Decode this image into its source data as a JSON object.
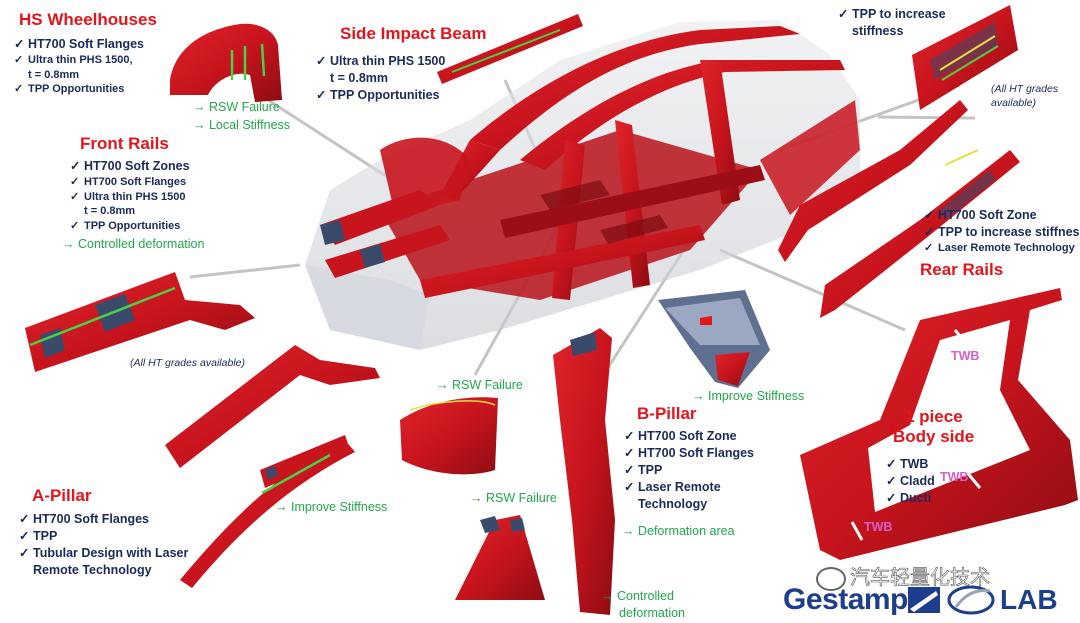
{
  "labels": {
    "hs_wheelhouses": {
      "title": "HS Wheelhouses",
      "items": [
        "HT700 Soft Flanges",
        "Ultra thin PHS 1500,",
        "t = 0.8mm",
        "TPP Opportunities"
      ],
      "notes": [
        "→ RSW Failure",
        "→ Local Stiffness"
      ]
    },
    "side_impact_beam": {
      "title": "Side Impact Beam",
      "items": [
        "Ultra thin PHS 1500",
        "t = 0.8mm",
        "TPP Opportunities"
      ]
    },
    "roof": {
      "items": [
        "TPP to increase",
        "stiffness"
      ],
      "note": "(All HT grades available)"
    },
    "front_rails": {
      "title": "Front Rails",
      "items": [
        "HT700 Soft Zones",
        "HT700 Soft Flanges",
        "Ultra thin PHS 1500",
        "t = 0.8mm",
        "TPP Opportunities"
      ],
      "note": "→ Controlled deformation",
      "grades_note": "(All HT grades available)"
    },
    "rear_rails": {
      "title": "Rear Rails",
      "items": [
        "HT700 Soft Zone",
        "TPP to increase stiffnes",
        "Laser Remote Technology"
      ]
    },
    "a_pillar": {
      "title": "A-Pillar",
      "items": [
        "HT700 Soft Flanges",
        "TPP",
        "Tubular Design with Laser",
        "Remote Technology"
      ],
      "note": "→ Improve Stiffness"
    },
    "b_pillar": {
      "title": "B-Pillar",
      "items": [
        "HT700 Soft Zone",
        "HT700 Soft Flanges",
        "TPP",
        "Laser Remote",
        "Technology"
      ],
      "notes": [
        "→ Deformation area",
        "→ Improve Stiffness",
        "→ Controlled",
        "deformation"
      ]
    },
    "body_side": {
      "title_1": "1 piece",
      "title_2": "Body side",
      "items": [
        "TWB",
        "Cladd",
        "Ducti"
      ],
      "twb_tags": [
        "TWB",
        "TWB",
        "TWB"
      ]
    },
    "rsw_failure_1": "→ RSW Failure",
    "rsw_failure_2": "→ RSW Failure",
    "check_glyph": "✓"
  },
  "branding": {
    "watermark": "汽车轻量化技术",
    "logo_text": "Gestamp",
    "lab_text": "LAB"
  },
  "colors": {
    "part_red": "#c8141d",
    "title_red": "#e3151b",
    "navy": "#1b2a5c",
    "green": "#20a84a",
    "twb_pink": "#d65fc4",
    "gestamp_blue": "#1d3e8c"
  }
}
